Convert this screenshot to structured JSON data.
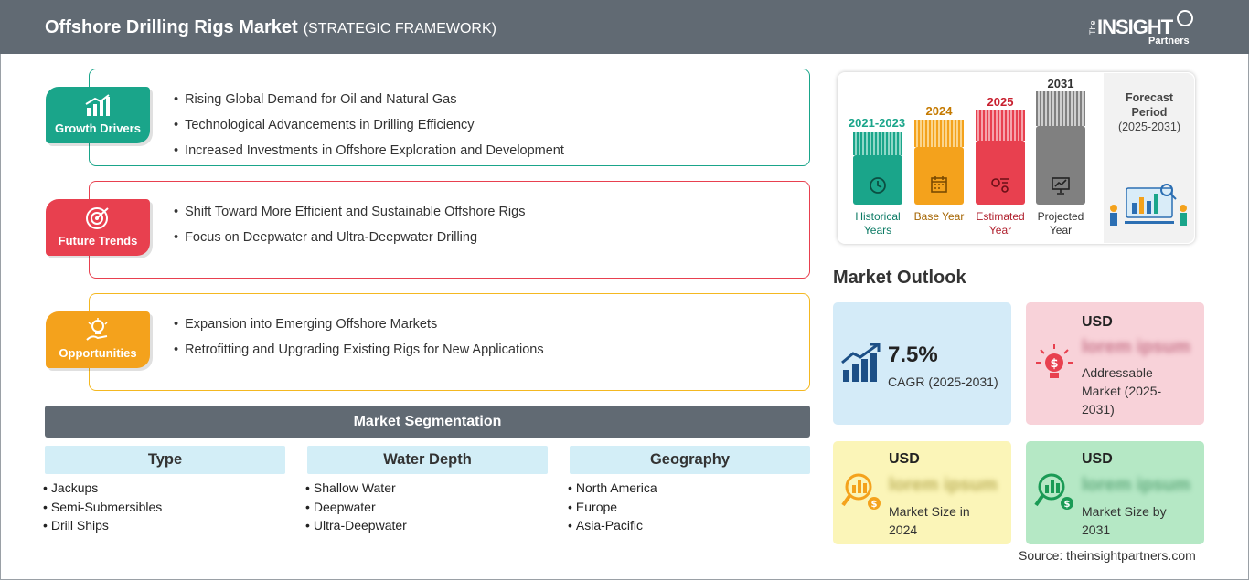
{
  "header": {
    "title": "Offshore Drilling Rigs Market",
    "subtitle": "(STRATEGIC FRAMEWORK)",
    "logo_the": "The",
    "logo_insight": "INSIGHT",
    "logo_partners": "Partners"
  },
  "sections": [
    {
      "label": "Growth Drivers",
      "color": "#1aa58a",
      "icon": "bar-chart-growth-icon",
      "items": [
        "Rising Global Demand for Oil and Natural Gas",
        "Technological Advancements in Drilling Efficiency",
        "Increased Investments in Offshore Exploration and Development"
      ]
    },
    {
      "label": "Future Trends",
      "color": "#e8404f",
      "icon": "target-icon",
      "items": [
        "Shift Toward More Efficient and Sustainable Offshore Rigs",
        "Focus on Deepwater and Ultra-Deepwater Drilling"
      ]
    },
    {
      "label": "Opportunities",
      "color": "#f4a21c",
      "icon": "lightbulb-hand-icon",
      "items": [
        "Expansion into Emerging Offshore Markets",
        "Retrofitting and Upgrading Existing Rigs for New Applications"
      ]
    }
  ],
  "segmentation": {
    "title": "Market Segmentation",
    "columns": [
      {
        "heading": "Type",
        "items": [
          "Jackups",
          "Semi-Submersibles",
          "Drill Ships"
        ]
      },
      {
        "heading": "Water Depth",
        "items": [
          "Shallow Water",
          "Deepwater",
          "Ultra-Deepwater"
        ]
      },
      {
        "heading": "Geography",
        "items": [
          "North America",
          "Europe",
          "Asia-Pacific"
        ]
      }
    ]
  },
  "timeline": {
    "forecast_label": "Forecast Period",
    "forecast_years": "(2025-2031)",
    "bars": [
      {
        "year": "2021-2023",
        "caption": "Historical Years",
        "color": "#1aa58a",
        "icon": "history-icon"
      },
      {
        "year": "2024",
        "caption": "Base Year",
        "color": "#f4a21c",
        "icon": "calendar-icon"
      },
      {
        "year": "2025",
        "caption": "Estimated Year",
        "color": "#e8404f",
        "icon": "gears-chart-icon"
      },
      {
        "year": "2031",
        "caption": "Projected Year",
        "color": "#808080",
        "icon": "presentation-icon"
      }
    ]
  },
  "outlook": {
    "title": "Market Outlook",
    "cagr": {
      "value": "7.5%",
      "caption": "CAGR (2025-2031)"
    },
    "addressable": {
      "usd": "USD",
      "value": "lorem ipsum",
      "caption": "Addressable Market (2025-2031)"
    },
    "size_2024": {
      "usd": "USD",
      "value": "lorem ipsum",
      "caption": "Market Size in 2024"
    },
    "size_2031": {
      "usd": "USD",
      "value": "lorem ipsum",
      "caption": "Market Size by 2031"
    }
  },
  "source": "Source: theinsightpartners.com"
}
